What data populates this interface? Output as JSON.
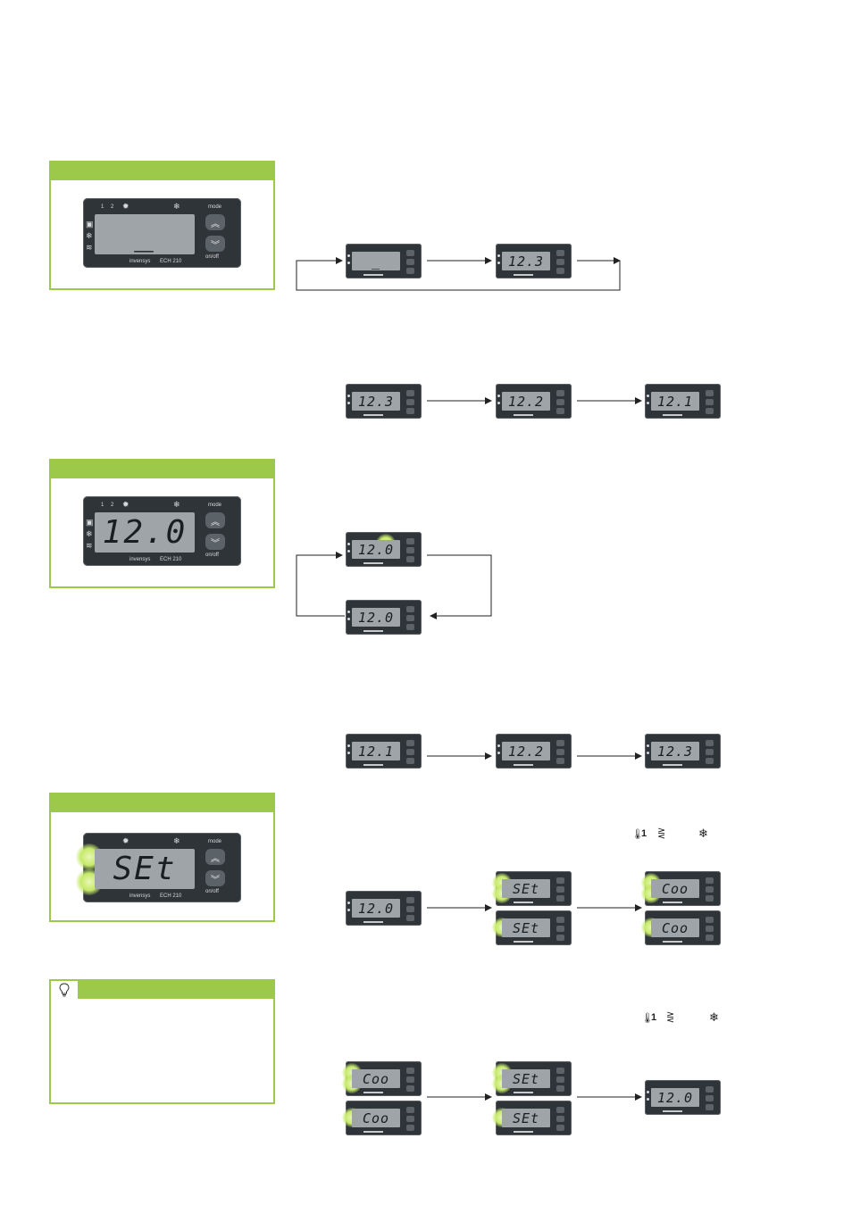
{
  "panels": {
    "p1": {
      "display": "_"
    },
    "p2": {
      "display": "12.0"
    },
    "p3": {
      "display": "SEt"
    }
  },
  "device": {
    "mode_label": "mode",
    "onoff_label": "on/off",
    "brand": "invensys",
    "model": "ECH 210",
    "indicator_1": "1",
    "indicator_2": "2"
  },
  "rows": {
    "r1": {
      "d1": "_",
      "d2": "12.3"
    },
    "r2": {
      "d1": "12.3",
      "d2": "12.2",
      "d3": "12.1"
    },
    "r3": {
      "d1": "12.0",
      "d2": "12.0"
    },
    "r4": {
      "d1": "12.1",
      "d2": "12.2",
      "d3": "12.3"
    },
    "r5": {
      "d1": "12.0",
      "d2a": "SEt",
      "d2b": "SEt",
      "d3a": "Coo",
      "d3b": "Coo"
    },
    "r6": {
      "d1a": "Coo",
      "d1b": "Coo",
      "d2a": "SEt",
      "d2b": "SEt",
      "d3": "12.0"
    }
  },
  "legend": {
    "a": {
      "n": "1"
    },
    "b": {
      "n": "1"
    }
  },
  "icons": {
    "tip": "lightbulb-icon",
    "snow": "snowflake-icon",
    "sun": "sun-icon"
  }
}
